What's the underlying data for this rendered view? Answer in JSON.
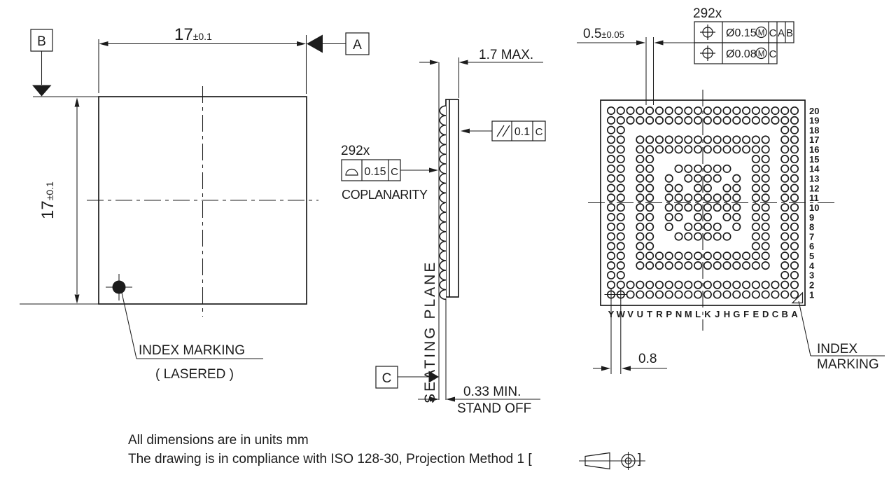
{
  "colors": {
    "ink": "#1c1c1c",
    "bg": "#ffffff"
  },
  "top_view": {
    "datum_b": "B",
    "datum_a": "A",
    "h_dim_value": "17",
    "h_dim_tol": "±0.1",
    "v_dim_value": "17",
    "v_dim_tol": "±0.1",
    "index_marking_label": "INDEX MARKING",
    "index_marking_sub": "( LASERED )"
  },
  "side_view": {
    "thickness_dim": "1.7 MAX.",
    "parallelism_value": "0.1",
    "parallelism_datum": "C",
    "coplanarity_count": "292x",
    "coplanarity_value": "0.15",
    "coplanarity_datum": "C",
    "coplanarity_label": "COPLANARITY",
    "seating_plane_label": "SEATING PLANE",
    "datum_c": "C",
    "standoff_value": "0.33 MIN.",
    "standoff_label": "STAND OFF"
  },
  "bottom_view": {
    "ball_dim_value": "0.5",
    "ball_dim_tol": "±0.05",
    "fcf_count": "292x",
    "fcf_row1": {
      "tolerance": "Ø0.15",
      "modifier": "M",
      "datum1": "C",
      "datum2": "A",
      "datum3": "B"
    },
    "fcf_row2": {
      "tolerance": "Ø0.08",
      "modifier": "M",
      "datum1": "C"
    },
    "pitch_dim": "0.8",
    "index_line1": "INDEX",
    "index_line2": "MARKING",
    "row_labels": [
      "20",
      "19",
      "18",
      "17",
      "16",
      "15",
      "14",
      "13",
      "12",
      "11",
      "10",
      "9",
      "8",
      "7",
      "6",
      "5",
      "4",
      "3",
      "2",
      "1"
    ],
    "col_labels": [
      "Y",
      "W",
      "V",
      "U",
      "T",
      "R",
      "P",
      "N",
      "M",
      "L",
      "K",
      "J",
      "H",
      "G",
      "F",
      "E",
      "D",
      "C",
      "B",
      "A"
    ],
    "ball_rows": {
      "1": "1-20",
      "2": "1-20",
      "3": "1,2,19,20",
      "4": "1,2,4-17,19,20",
      "5": "1,2,4-17,19,20",
      "6": "1,2,4,5,16,17,19,20",
      "7": "1,2,4,5,8-13,16,17,19,20",
      "8": "1,2,4,5,7,9-12,14,16,17,19,20",
      "9": "1,2,4,5,7,8,10,11,13,14,16,17,19,20",
      "10": "1,2,4,5,7-14,16,17,19,20",
      "11": "1,2,4,5,7-14,16,17,19,20",
      "12": "1,2,4,5,7,8,10,11,13,14,16,17,19,20",
      "13": "1,2,4,5,7,9-12,14,16,17,19,20",
      "14": "1,2,4,5,8-13,16,17,19,20",
      "15": "1,2,4,5,16,17,19,20",
      "16": "1,2,4-17,19,20",
      "17": "1,2,4-17,19,20",
      "18": "1,2,19,20",
      "19": "1-20",
      "20": "1-20"
    },
    "datum_balls": [
      {
        "row": 1,
        "col": 1
      },
      {
        "row": 1,
        "col": 2
      }
    ]
  },
  "notes": {
    "line1": "All dimensions are in units mm",
    "line2": "The drawing is in compliance with ISO 128-30, Projection Method 1 [",
    "bracket_close": "]"
  }
}
